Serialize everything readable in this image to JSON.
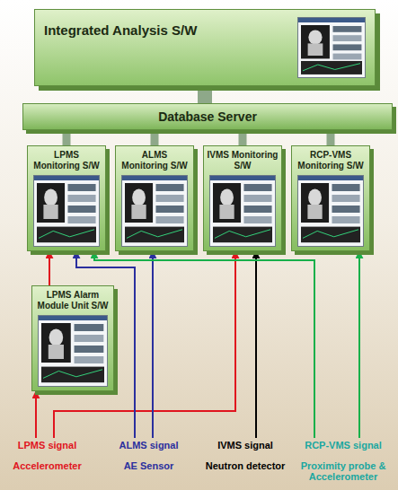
{
  "diagram": {
    "nodes": [
      {
        "text": [
          "Integrated Analysis S/W"
        ]
      },
      {
        "text": [
          "Database Server"
        ]
      },
      {
        "text": [
          "LPMS Monitoring S/W"
        ]
      },
      {
        "text": [
          "ALMS Monitoring S/W"
        ]
      },
      {
        "text": [
          "IVMS Monitoring S/W"
        ]
      },
      {
        "text": [
          "RCP-VMS Monitoring S/W"
        ]
      },
      {
        "text": [
          "LPMS Alarm Module Unit S/W"
        ]
      },
      {
        "text": [
          "LPMS signal",
          "Accelerometer"
        ]
      },
      {
        "text": [
          "ALMS signal",
          "AE Sensor"
        ]
      },
      {
        "text": [
          "IVMS signal",
          "Neutron detector"
        ]
      },
      {
        "text": [
          "RCP-VMS signal",
          "Proximity probe & Accelerometer"
        ]
      }
    ],
    "edges": [
      {
        "from": 0,
        "to": 1,
        "arrow": "none"
      },
      {
        "from": 1,
        "to": 2,
        "arrow": "none"
      },
      {
        "from": 1,
        "to": 3,
        "arrow": "none"
      },
      {
        "from": 1,
        "to": 4,
        "arrow": "none"
      },
      {
        "from": 1,
        "to": 5,
        "arrow": "none"
      },
      {
        "from": 6,
        "to": 2,
        "arrow": "to"
      },
      {
        "from": 7,
        "to": 6,
        "arrow": "to"
      },
      {
        "from": 7,
        "to": 4,
        "arrow": "to"
      },
      {
        "from": 8,
        "to": 2,
        "arrow": "to"
      },
      {
        "from": 8,
        "to": 3,
        "arrow": "to"
      },
      {
        "from": 9,
        "to": 4,
        "arrow": "to"
      },
      {
        "from": 10,
        "to": 2,
        "arrow": "to"
      },
      {
        "from": 10,
        "to": 5,
        "arrow": "to"
      }
    ]
  }
}
